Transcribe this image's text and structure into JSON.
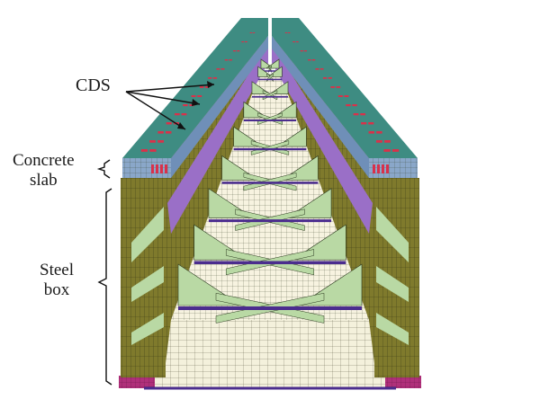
{
  "labels": {
    "cds": "CDS",
    "concrete_slab_line1": "Concrete",
    "concrete_slab_line2": "slab",
    "steel_box_line1": "Steel",
    "steel_box_line2": "box"
  },
  "colors": {
    "deck_top": "#3e8c82",
    "deck_side": "#8aa7c9",
    "studs": "#d9314a",
    "girder_web": "#7f7a2c",
    "web_stiffener": "#9a6fc7",
    "bracing": "#b9d9a4",
    "diaphragm_line": "#4b2d8e",
    "bottom_flange": "#f4f1dc",
    "flange_edge": "#b0307a",
    "mesh": "#2c3a20"
  }
}
